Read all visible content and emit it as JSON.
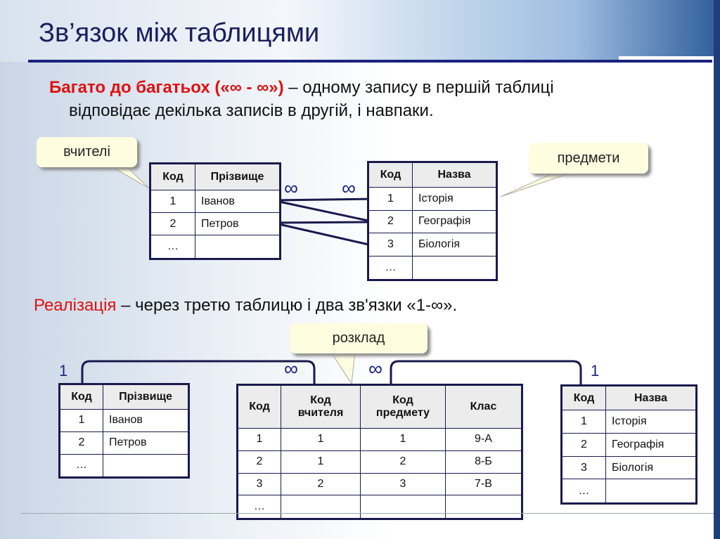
{
  "title": "Зв’язок між таблицями",
  "intro": {
    "term": "Багато до багатьох («∞ - ∞»)",
    "text1": " – одному запису в першій таблиці",
    "text2": "відповідає декілька записів в другій, і навпаки."
  },
  "callouts": {
    "teachers": "вчителі",
    "subjects": "предмети",
    "schedule": "розклад"
  },
  "realization": {
    "term": "Реалізація",
    "text": " – через третю таблицю і два зв'язки «1-∞»."
  },
  "symbols": {
    "many": "∞",
    "one": "1"
  },
  "teachers_table": {
    "headers": [
      "Код",
      "Прізвище"
    ],
    "rows": [
      [
        "1",
        "Іванов"
      ],
      [
        "2",
        "Петров"
      ],
      [
        "…",
        ""
      ]
    ]
  },
  "subjects_table": {
    "headers": [
      "Код",
      "Назва"
    ],
    "rows": [
      [
        "1",
        "Історія"
      ],
      [
        "2",
        "Географія"
      ],
      [
        "3",
        "Біологія"
      ],
      [
        "…",
        ""
      ]
    ]
  },
  "schedule_table": {
    "headers": [
      "Код",
      "Код вчителя",
      "Код предмету",
      "Клас"
    ],
    "rows": [
      [
        "1",
        "1",
        "1",
        "9-А"
      ],
      [
        "2",
        "1",
        "2",
        "8-Б"
      ],
      [
        "3",
        "2",
        "3",
        "7-В"
      ],
      [
        "…",
        "",
        "",
        ""
      ]
    ]
  }
}
